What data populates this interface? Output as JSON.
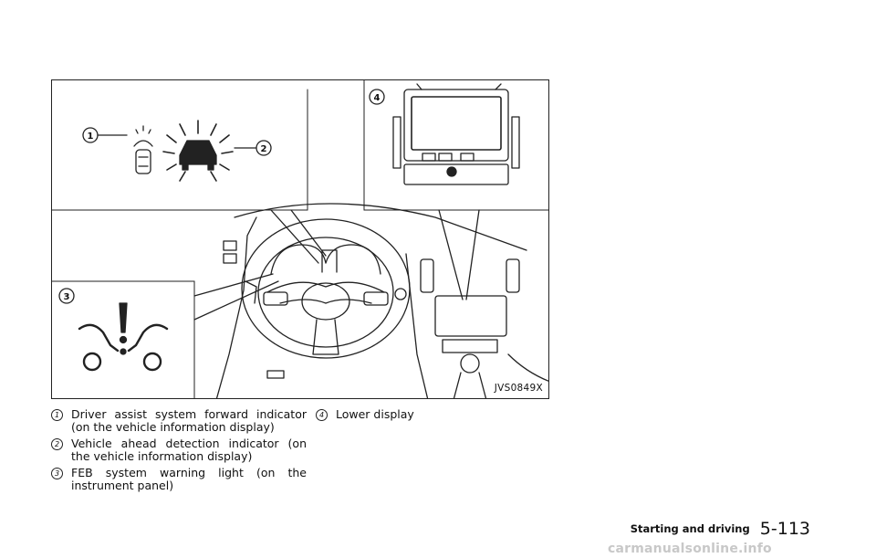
{
  "figure": {
    "code": "JVS0849X",
    "callouts": [
      "1",
      "2",
      "3",
      "4"
    ]
  },
  "legend": [
    {
      "num": "1",
      "text": "Driver assist system forward indicator (on the vehicle information display)"
    },
    {
      "num": "2",
      "text": "Vehicle ahead detection indicator (on the vehicle information display)"
    },
    {
      "num": "3",
      "text": "FEB system warning light (on the instrument panel)"
    },
    {
      "num": "4",
      "text": "Lower display"
    }
  ],
  "footer": {
    "section": "Starting and driving",
    "page": "5-113"
  },
  "watermark": "carmanualsonline.info"
}
